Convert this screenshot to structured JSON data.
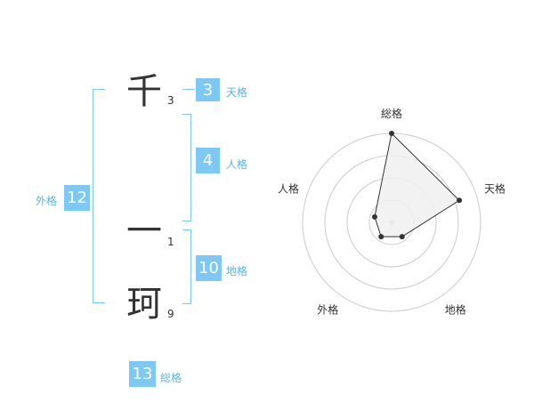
{
  "name": {
    "chars": [
      {
        "char": "千",
        "strokes": "3"
      },
      {
        "char": "一",
        "strokes": "1"
      },
      {
        "char": "珂",
        "strokes": "9"
      }
    ]
  },
  "kakusu": {
    "tenkaku": {
      "value": "3",
      "label": "天格"
    },
    "jinkaku": {
      "value": "4",
      "label": "人格"
    },
    "chikaku": {
      "value": "10",
      "label": "地格"
    },
    "gaikaku": {
      "value": "12",
      "label": "外格"
    },
    "soukaku": {
      "value": "13",
      "label": "総格"
    }
  },
  "chart_data": {
    "type": "radar",
    "axes": [
      "総格",
      "天格",
      "地格",
      "外格",
      "人格"
    ],
    "values": [
      5,
      4,
      1,
      1,
      1
    ],
    "max": 5,
    "rings": 4,
    "colors": {
      "fill": "#f0f0f0",
      "line": "#333333",
      "ring": "#cccccc",
      "center": "#bbbbbb"
    }
  }
}
